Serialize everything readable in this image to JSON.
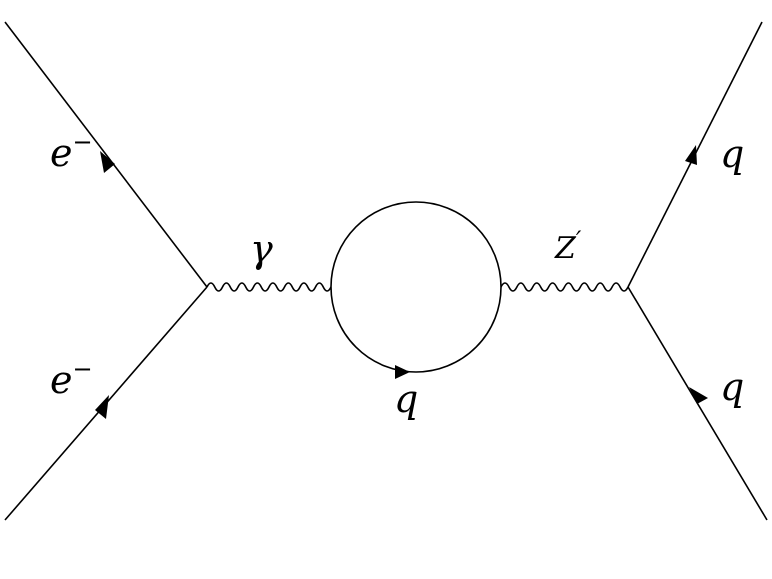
{
  "diagram": {
    "type": "feynman-diagram",
    "colors": {
      "ink": "#000000",
      "background": "#ffffff"
    },
    "particles": {
      "incoming_top": {
        "symbol": "e",
        "superscript": "−"
      },
      "incoming_bottom": {
        "symbol": "e",
        "superscript": "−"
      },
      "left_propagator": {
        "symbol": "γ"
      },
      "right_propagator": {
        "symbol": "Z",
        "prime": "′"
      },
      "loop": {
        "symbol": "q"
      },
      "outgoing_top": {
        "symbol": "q"
      },
      "outgoing_bottom": {
        "symbol": "q"
      }
    }
  }
}
